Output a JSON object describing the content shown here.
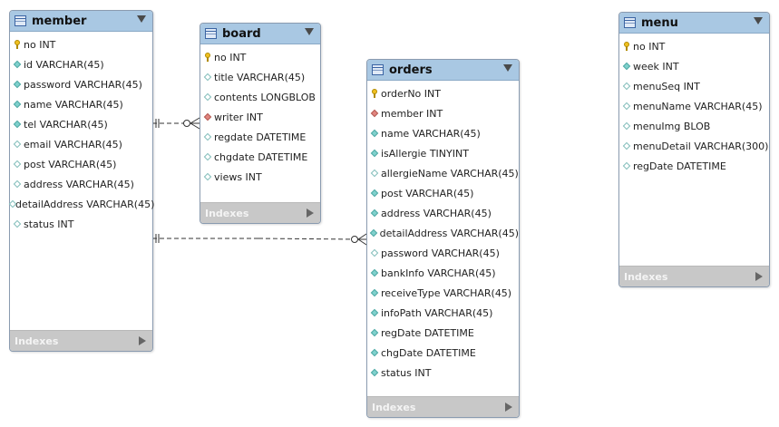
{
  "tables": {
    "member": {
      "name": "member",
      "columns": [
        {
          "label": "no INT",
          "marker": "key"
        },
        {
          "label": "id VARCHAR(45)",
          "marker": "filled"
        },
        {
          "label": "password VARCHAR(45)",
          "marker": "filled"
        },
        {
          "label": "name VARCHAR(45)",
          "marker": "filled"
        },
        {
          "label": "tel VARCHAR(45)",
          "marker": "filled"
        },
        {
          "label": "email VARCHAR(45)",
          "marker": "empty"
        },
        {
          "label": "post VARCHAR(45)",
          "marker": "empty"
        },
        {
          "label": "address VARCHAR(45)",
          "marker": "empty"
        },
        {
          "label": "detailAddress VARCHAR(45)",
          "marker": "empty"
        },
        {
          "label": "status INT",
          "marker": "empty"
        }
      ],
      "footer": "Indexes"
    },
    "board": {
      "name": "board",
      "columns": [
        {
          "label": "no INT",
          "marker": "key"
        },
        {
          "label": "title VARCHAR(45)",
          "marker": "empty"
        },
        {
          "label": "contents LONGBLOB",
          "marker": "empty"
        },
        {
          "label": "writer INT",
          "marker": "red"
        },
        {
          "label": "regdate DATETIME",
          "marker": "empty"
        },
        {
          "label": "chgdate DATETIME",
          "marker": "empty"
        },
        {
          "label": "views INT",
          "marker": "empty"
        }
      ],
      "footer": "Indexes"
    },
    "orders": {
      "name": "orders",
      "columns": [
        {
          "label": "orderNo INT",
          "marker": "key"
        },
        {
          "label": "member INT",
          "marker": "red"
        },
        {
          "label": "name VARCHAR(45)",
          "marker": "filled"
        },
        {
          "label": "isAllergie TINYINT",
          "marker": "filled"
        },
        {
          "label": "allergieName VARCHAR(45)",
          "marker": "empty"
        },
        {
          "label": "post VARCHAR(45)",
          "marker": "filled"
        },
        {
          "label": "address VARCHAR(45)",
          "marker": "filled"
        },
        {
          "label": "detailAddress VARCHAR(45)",
          "marker": "filled"
        },
        {
          "label": "password VARCHAR(45)",
          "marker": "empty"
        },
        {
          "label": "bankInfo VARCHAR(45)",
          "marker": "filled"
        },
        {
          "label": "receiveType VARCHAR(45)",
          "marker": "filled"
        },
        {
          "label": "infoPath VARCHAR(45)",
          "marker": "filled"
        },
        {
          "label": "regDate DATETIME",
          "marker": "filled"
        },
        {
          "label": "chgDate DATETIME",
          "marker": "filled"
        },
        {
          "label": "status INT",
          "marker": "filled"
        }
      ],
      "footer": "Indexes"
    },
    "menu": {
      "name": "menu",
      "columns": [
        {
          "label": "no INT",
          "marker": "key"
        },
        {
          "label": "week INT",
          "marker": "filled"
        },
        {
          "label": "menuSeq INT",
          "marker": "empty"
        },
        {
          "label": "menuName VARCHAR(45)",
          "marker": "empty"
        },
        {
          "label": "menuImg BLOB",
          "marker": "empty"
        },
        {
          "label": "menuDetail VARCHAR(300)",
          "marker": "empty"
        },
        {
          "label": "regDate DATETIME",
          "marker": "empty"
        }
      ],
      "footer": "Indexes"
    }
  },
  "relationships": [
    {
      "from": "member",
      "to": "board",
      "type": "one-to-many"
    },
    {
      "from": "member",
      "to": "orders",
      "type": "one-to-many"
    }
  ]
}
